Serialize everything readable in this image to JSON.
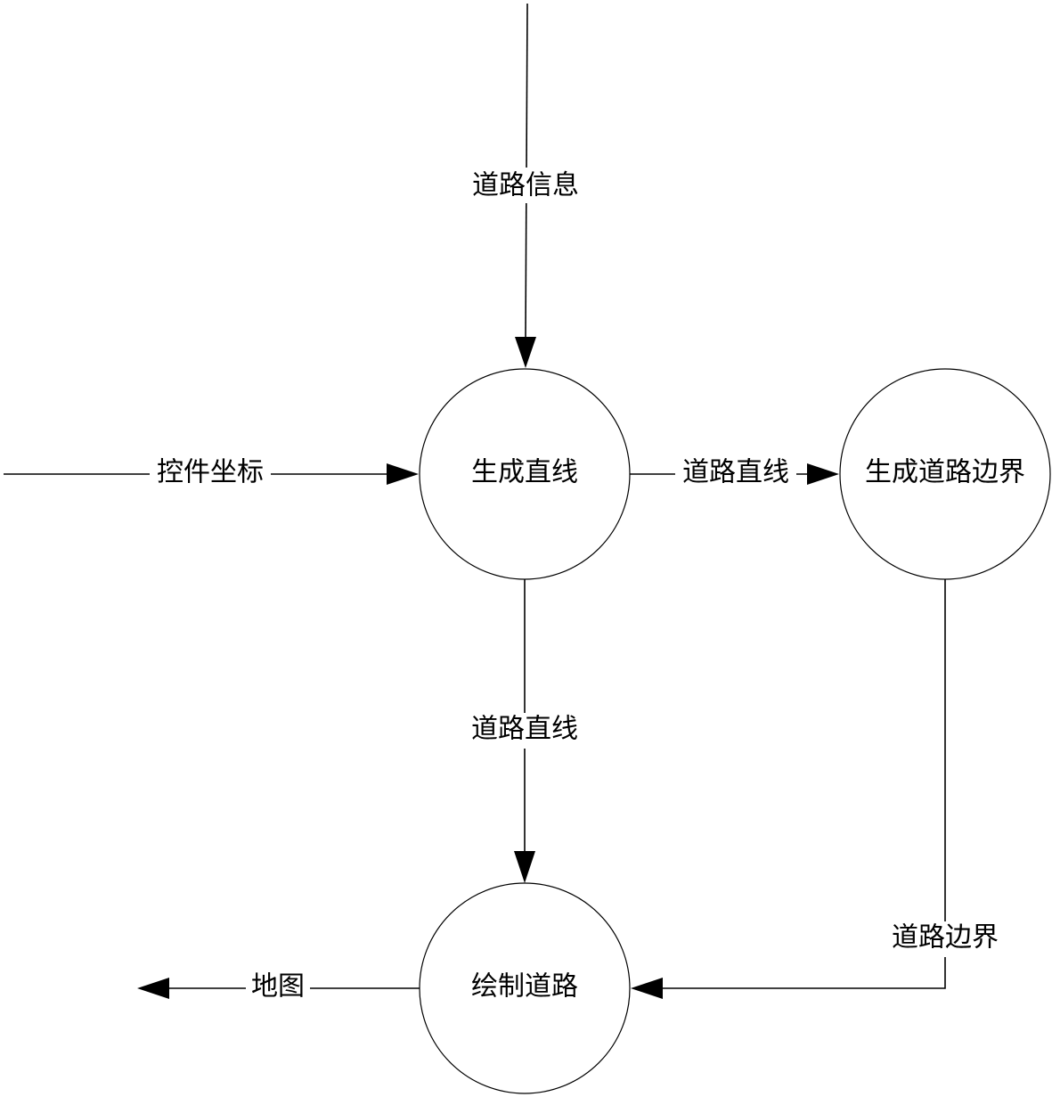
{
  "diagram": {
    "type": "data-flow-diagram",
    "line_color": "#000000",
    "background_color": "#ffffff",
    "nodes": {
      "generate_line": "生成直线",
      "generate_boundary": "生成道路边界",
      "draw_road": "绘制道路"
    },
    "flows": {
      "road_info": "道路信息",
      "control_coords": "控件坐标",
      "road_line_right": "道路直线",
      "road_line_down": "道路直线",
      "road_boundary": "道路边界",
      "map": "地图"
    }
  }
}
